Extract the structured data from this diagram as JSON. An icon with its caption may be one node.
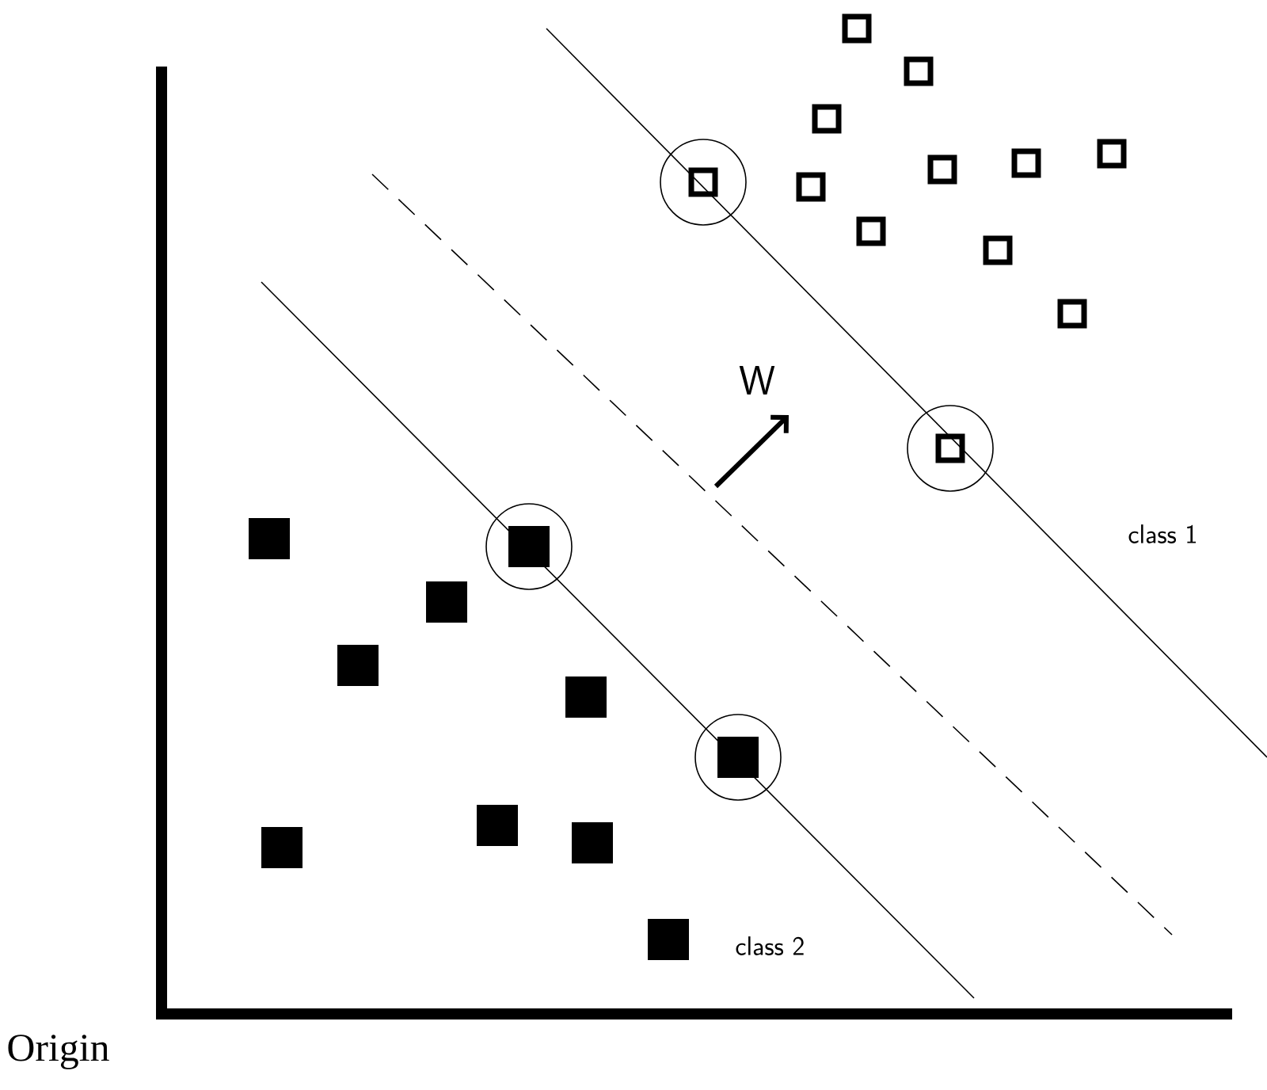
{
  "diagram": {
    "labels": [
      "W",
      "class 1",
      "class 2",
      "Origin"
    ]
  }
}
